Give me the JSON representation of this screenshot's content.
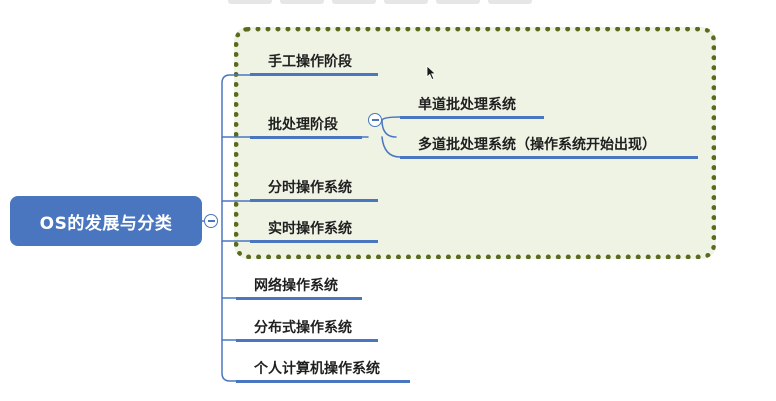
{
  "mindmap": {
    "root": "OS的发展与分类",
    "children": [
      {
        "label": "手工操作阶段",
        "in_group": true
      },
      {
        "label": "批处理阶段",
        "in_group": true,
        "children": [
          {
            "label": "单道批处理系统"
          },
          {
            "label": "多道批处理系统（操作系统开始出现）"
          }
        ]
      },
      {
        "label": "分时操作系统",
        "in_group": true
      },
      {
        "label": "实时操作系统",
        "in_group": true
      },
      {
        "label": "网络操作系统",
        "in_group": false
      },
      {
        "label": "分布式操作系统",
        "in_group": false
      },
      {
        "label": "个人计算机操作系统",
        "in_group": false
      }
    ]
  },
  "colors": {
    "accent": "#4a76c0",
    "group_border": "#5b6b1e",
    "group_fill": "#eef3e4",
    "text": "#1f1f1f"
  },
  "icons": {
    "collapse": "minus-circle-icon",
    "cursor": "mouse-pointer-icon"
  }
}
